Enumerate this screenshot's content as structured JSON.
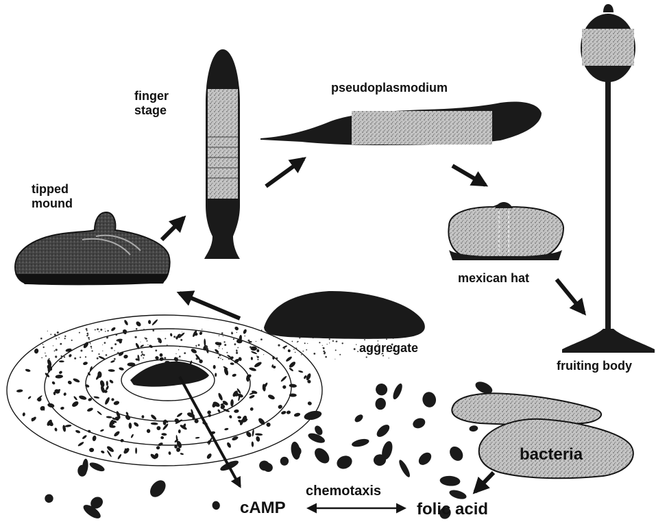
{
  "stages": {
    "tipped_mound": {
      "line1": "tipped",
      "line2": "mound"
    },
    "finger_stage": {
      "line1": "finger",
      "line2": "stage"
    },
    "pseudoplasmodium": "pseudoplasmodium",
    "mexican_hat": "mexican hat",
    "fruiting_body": "fruiting body",
    "aggregate": "aggregate",
    "bacteria": "bacteria"
  },
  "signals": {
    "camp": "cAMP",
    "chemotaxis": "chemotaxis",
    "folic_acid": "folic acid"
  },
  "colors": {
    "ink": "#141414",
    "dark_fill": "#1c1c1c",
    "stipple_fill": "#b9b9b9",
    "light_stipple": "#d6d6d6",
    "background": "#ffffff"
  }
}
